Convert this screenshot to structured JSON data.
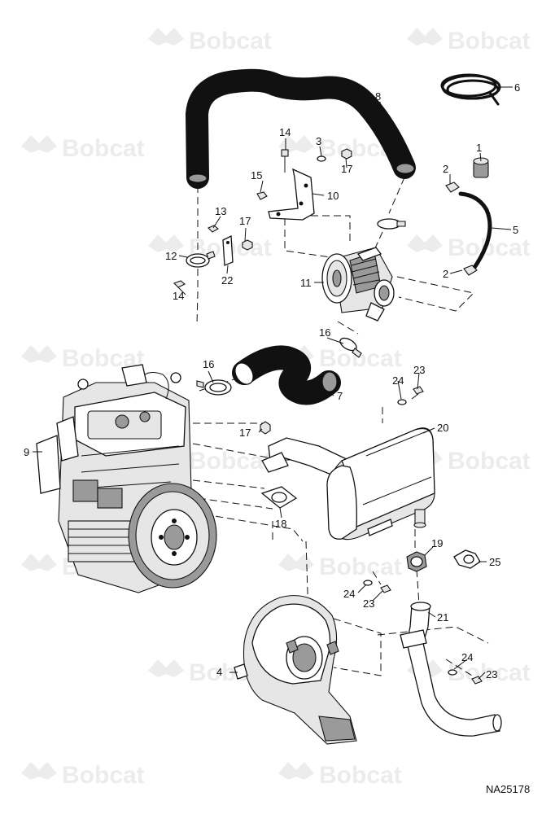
{
  "watermark": {
    "text": "Bobcat"
  },
  "reference_code": "NA25178",
  "callouts": {
    "c1": "1",
    "c2a": "2",
    "c2b": "2",
    "c3": "3",
    "c4": "4",
    "c5": "5",
    "c6": "6",
    "c7": "7",
    "c8": "8",
    "c9": "9",
    "c10": "10",
    "c11": "11",
    "c12": "12",
    "c13": "13",
    "c14a": "14",
    "c14b": "14",
    "c15": "15",
    "c16a": "16",
    "c16b": "16",
    "c17a": "17",
    "c17b": "17",
    "c17c": "17",
    "c18": "18",
    "c19": "19",
    "c20": "20",
    "c21": "21",
    "c22": "22",
    "c23a": "23",
    "c23b": "23",
    "c23c": "23",
    "c24a": "24",
    "c24b": "24",
    "c24c": "24",
    "c25": "25"
  }
}
